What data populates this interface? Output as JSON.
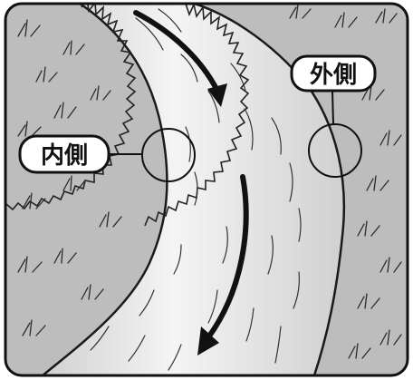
{
  "labels": {
    "inner": "内側",
    "outer": "外側"
  },
  "colors": {
    "frame": "#111111",
    "bank": "#bdbdbd",
    "river_light": "#f2f2f2",
    "river_dark": "#c9c9c9",
    "grass": "#2b2b2b",
    "arrow": "#111111",
    "label_fill": "#ffffff"
  },
  "icons": {
    "flow_arrows": "curved-down-arrow",
    "callout_markers": "circle-outline"
  }
}
